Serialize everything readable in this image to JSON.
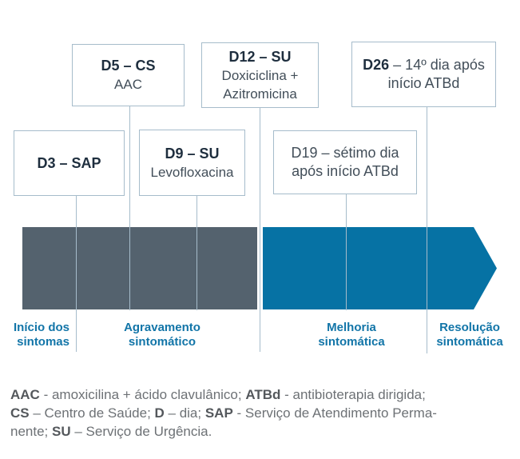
{
  "diagram": {
    "boxes": {
      "d3": {
        "lines": [
          [
            {
              "t": "D3 – SAP",
              "b": true
            }
          ]
        ]
      },
      "d5": {
        "lines": [
          [
            {
              "t": "D5 – CS",
              "b": true
            }
          ],
          [
            {
              "t": "AAC",
              "b": false
            }
          ]
        ]
      },
      "d9": {
        "lines": [
          [
            {
              "t": "D9 – SU",
              "b": true
            }
          ],
          [
            {
              "t": "Levofloxacina",
              "b": false
            }
          ]
        ]
      },
      "d12": {
        "lines": [
          [
            {
              "t": "D12 – SU",
              "b": true
            }
          ],
          [
            {
              "t": "Doxiciclina +",
              "b": false
            }
          ],
          [
            {
              "t": "Azitromicina",
              "b": false
            }
          ]
        ]
      },
      "d19": {
        "lines": [
          [
            {
              "t": "D19 – sétimo dia",
              "b": false
            }
          ],
          [
            {
              "t": "após início ATBd",
              "b": false
            }
          ]
        ]
      },
      "d26": {
        "lines": [
          [
            {
              "t": "D26",
              "b": true
            },
            {
              "t": " – 14º dia após",
              "b": false
            }
          ],
          [
            {
              "t": "início ATBd",
              "b": false
            }
          ]
        ]
      }
    },
    "phases": {
      "inicio": {
        "line1": "Início dos",
        "line2": "sintomas"
      },
      "agravamento": {
        "line1": "Agravamento",
        "line2": "sintomático"
      },
      "melhoria": {
        "line1": "Melhoria",
        "line2": "sintomática"
      },
      "resolucao": {
        "line1": "Resolução",
        "line2": "sintomática"
      }
    },
    "colors": {
      "segment_symptom_gray": "#54626e",
      "segment_recovery_blue": "#0672a4",
      "phase_label_blue": "#1275a8",
      "box_border": "#a6bccb",
      "box_title_dark": "#1e2e3e",
      "legend_gray": "#6d7175"
    }
  },
  "legend": {
    "lines": [
      [
        {
          "t": "AAC",
          "b": true
        },
        {
          "t": " - amoxicilina + ácido clavulânico; ",
          "b": false
        },
        {
          "t": "ATBd",
          "b": true
        },
        {
          "t": " - antibioterapia dirigida;",
          "b": false
        }
      ],
      [
        {
          "t": "CS",
          "b": true
        },
        {
          "t": " – Centro de Saúde; ",
          "b": false
        },
        {
          "t": "D",
          "b": true
        },
        {
          "t": " – dia; ",
          "b": false
        },
        {
          "t": "SAP",
          "b": true
        },
        {
          "t": " - Serviço de Atendimento Perma-",
          "b": false
        }
      ],
      [
        {
          "t": "nente; ",
          "b": false
        },
        {
          "t": "SU",
          "b": true
        },
        {
          "t": " – Serviço de Urgência.",
          "b": false
        }
      ]
    ]
  }
}
